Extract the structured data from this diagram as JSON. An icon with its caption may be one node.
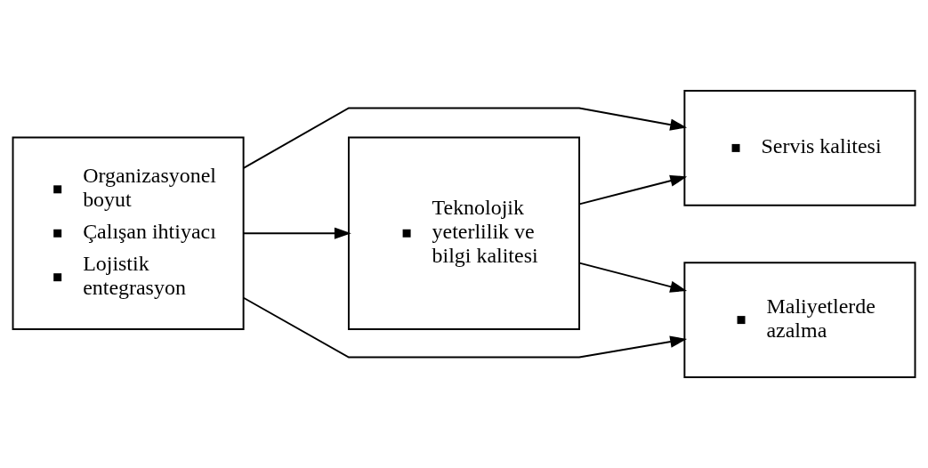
{
  "diagram": {
    "nodes": [
      {
        "text": [
          "Organizasyonel boyut",
          "Çalışan ihtiyacı",
          "Lojistik entegrasyon"
        ]
      },
      {
        "text": [
          "Teknolojik yeterlilik ve bilgi kalitesi"
        ]
      },
      {
        "text": [
          "Servis kalitesi"
        ]
      },
      {
        "text": [
          "Maliyetlerde azalma"
        ]
      }
    ],
    "edges": [
      {
        "from": 0,
        "to": 1,
        "arrow": "to"
      },
      {
        "from": 1,
        "to": 2,
        "arrow": "to"
      },
      {
        "from": 1,
        "to": 3,
        "arrow": "to"
      },
      {
        "from": 0,
        "to": 2,
        "arrow": "to"
      },
      {
        "from": 0,
        "to": 3,
        "arrow": "to"
      }
    ]
  }
}
